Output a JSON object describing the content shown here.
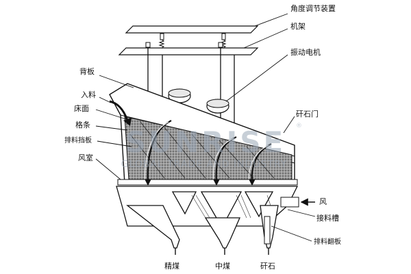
{
  "labels": {
    "angle_adjust": "角度调节装置",
    "frame": "机架",
    "vibration_motor": "振动电机",
    "back_plate": "背板",
    "feed_in": "入料",
    "bed_surface": "床面",
    "grate_bars": "格条",
    "discharge_baffle": "排料挡板",
    "air_chamber": "风室",
    "gangue_gate": "矸石门",
    "air": "风",
    "receiving_trough": "接料槽",
    "discharge_flap": "排料翻板",
    "clean_coal": "精煤",
    "middlings": "中煤",
    "gangue": "矸石"
  },
  "watermark": {
    "brand": "SUNRISE",
    "subtitle": "GLOBAL TRADE AND INDUSTRY",
    "registered_mark": "®"
  },
  "colors": {
    "line": "#111111",
    "bed_fill": "#8a8a8a",
    "watermark": "#9aa8b8"
  }
}
